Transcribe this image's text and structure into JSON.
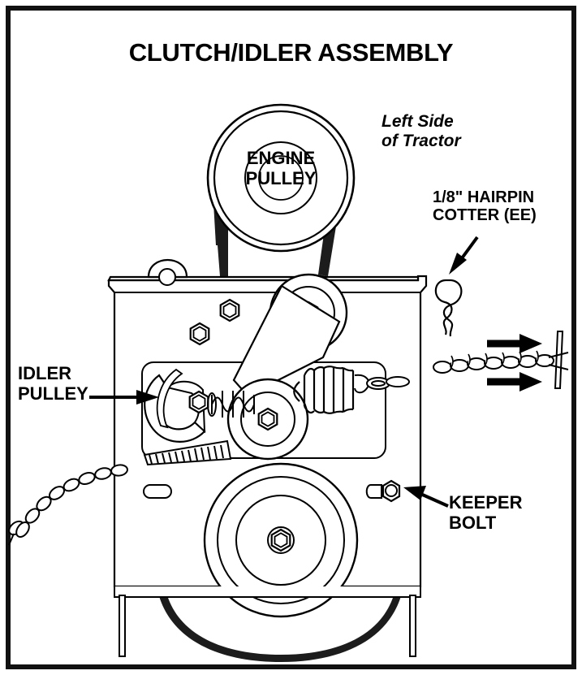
{
  "document": {
    "type": "technical-parts-diagram",
    "title": "CLUTCH/IDLER ASSEMBLY",
    "border_color": "#111111",
    "background": "#ffffff",
    "line_color": "#000000",
    "belt_color": "#1a1a1a"
  },
  "labels": {
    "title": "CLUTCH/IDLER ASSEMBLY",
    "orientation_note": "Left Side\nof Tractor",
    "hairpin_cotter": "1/8\" HAIRPIN\nCOTTER (EE)",
    "idler_pulley": "IDLER\nPULLEY",
    "keeper_bolt": "KEEPER\nBOLT",
    "engine_pulley": "ENGINE\nPULLEY"
  },
  "parts": [
    {
      "id": "engine-pulley",
      "label": "ENGINE PULLEY",
      "callout": "inline"
    },
    {
      "id": "idler-pulley",
      "label": "IDLER PULLEY",
      "callout": "arrow-right"
    },
    {
      "id": "keeper-bolt",
      "label": "KEEPER BOLT",
      "callout": "arrow-left"
    },
    {
      "id": "hairpin-cotter",
      "label": "1/8\" HAIRPIN COTTER (EE)",
      "callout": "arrow-down-right"
    }
  ],
  "annotations": {
    "chain_direction_arrows": 2,
    "arrow_direction": "right"
  }
}
